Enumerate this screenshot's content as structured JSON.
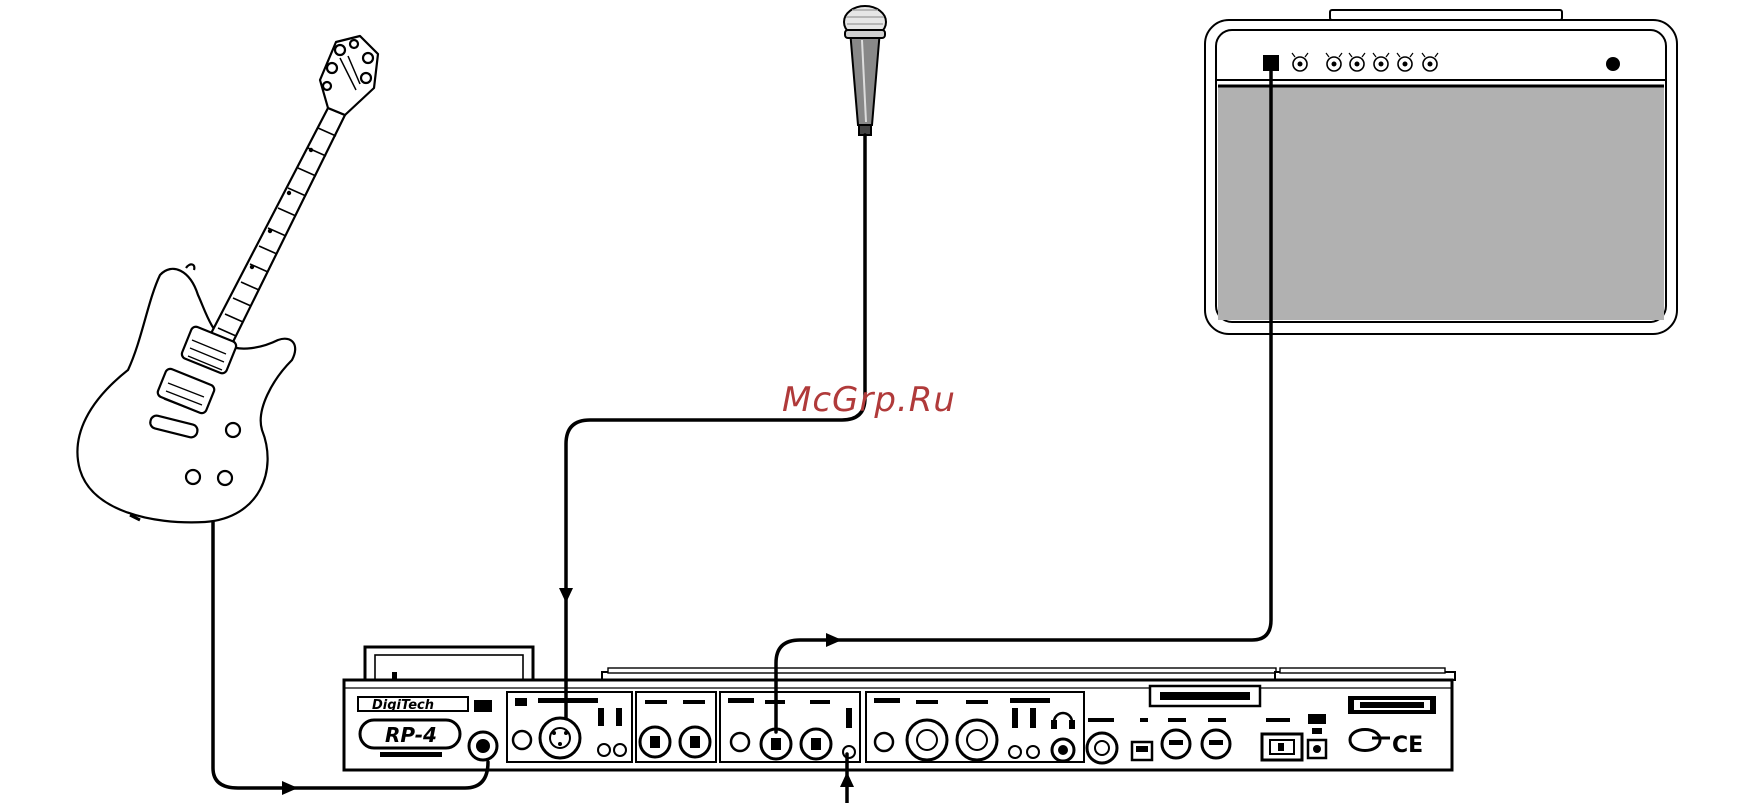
{
  "watermark": {
    "text": "McGrp.Ru"
  },
  "rack_unit": {
    "brand": "DigiTech",
    "model": "RP-4",
    "ce_mark": "CE"
  },
  "colors": {
    "watermark": "#b03a3a",
    "amp_grille": "#b1b1b1",
    "stroke": "#000000"
  },
  "icons": {
    "guitar": "electric-guitar-icon",
    "microphone": "microphone-icon",
    "amplifier": "guitar-amp-icon",
    "headphones": "headphones-icon"
  }
}
